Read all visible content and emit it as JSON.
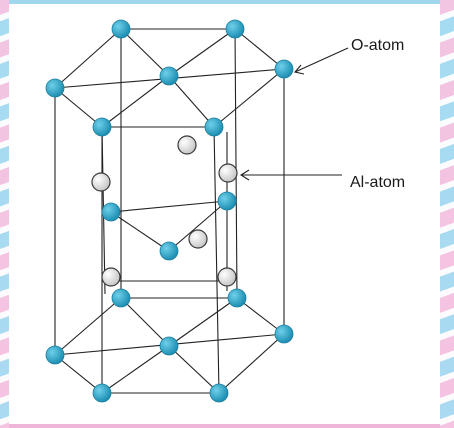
{
  "labels": {
    "o_atom": "O-atom",
    "al_atom": "Al-atom"
  },
  "colors": {
    "o_atom": "#2aa6c9",
    "al_atom": "#e4e4e4",
    "bond": "#222222"
  },
  "icons": {
    "o_atom": "blue-sphere",
    "al_atom": "grey-sphere"
  }
}
